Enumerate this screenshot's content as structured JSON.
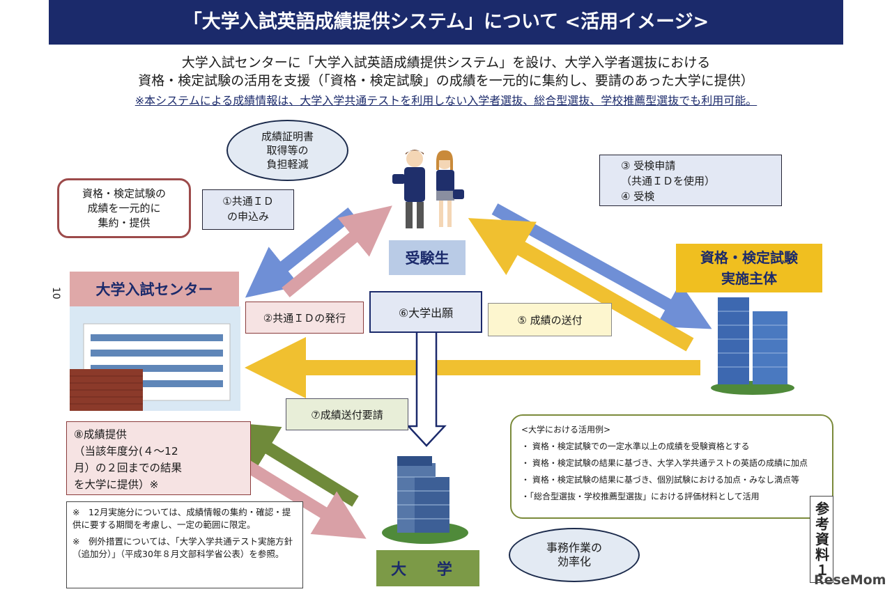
{
  "title": "「大学入試英語成績提供システム」について <活用イメージ>",
  "intro": {
    "line1": "大学入試センターに「大学入試英語成績提供システム」を設け、大学入学者選抜における",
    "line2": "資格・検定試験の活用を支援（「資格・検定試験」の成績を一元的に集約し、要請のあった大学に提供）",
    "note": "※本システムによる成績情報は、大学入学共通テストを利用しない入学者選抜、総合型選抜、学校推薦型選抜でも利用可能。"
  },
  "bubbles": {
    "student_benefit": [
      "成績証明書",
      "取得等の",
      "負担軽減"
    ],
    "center_role": [
      "資格・検定試験の",
      "成績を一元的に",
      "集約・提供"
    ],
    "university_benefit": [
      "事務作業の",
      "効率化"
    ]
  },
  "entities": {
    "student": "受験生",
    "center": "大学入試センター",
    "provider": [
      "資格・検定試験",
      "実施主体"
    ],
    "university": "大 学"
  },
  "steps": {
    "s1": [
      "①共通ＩＤ",
      "の申込み"
    ],
    "s2": "②共通ＩＤの発行",
    "s3": [
      "③ 受検申請",
      "（共通ＩＤを使用）",
      "④ 受検"
    ],
    "s5": "⑤ 成績の送付",
    "s6": "⑥大学出願",
    "s7": "⑦成績送付要請",
    "s8": [
      "⑧成績提供",
      "（当該年度分(４～12",
      "月）の２回までの結果",
      "を大学に提供）※"
    ]
  },
  "applications": {
    "heading": "<大学における活用例>",
    "items": [
      "・ 資格・検定試験での一定水準以上の成績を受験資格とする",
      "・ 資格・検定試験の結果に基づき、大学入学共通テストの英語の成績に加点",
      "・ 資格・検定試験の結果に基づき、個別試験における加点・みなし満点等",
      "・「総合型選抜・学校推薦型選抜」における評価材料として活用"
    ]
  },
  "footnotes": [
    "※　12月実施分については、成績情報の集約・確認・提供に要する期間を考慮し、一定の範囲に限定。",
    "※　例外措置については、「大学入学共通テスト実施方針（追加分）」（平成30年８月文部科学省公表）を参照。"
  ],
  "side_label": "参考資料１",
  "page_number": "10",
  "watermark": "ReseMom",
  "colors": {
    "navy": "#1b2a6b",
    "blue_arrow": "#6f8fd6",
    "pink_arrow": "#d9a0a6",
    "gold_arrow": "#f0c030",
    "green_arrow": "#6f8a3a"
  }
}
